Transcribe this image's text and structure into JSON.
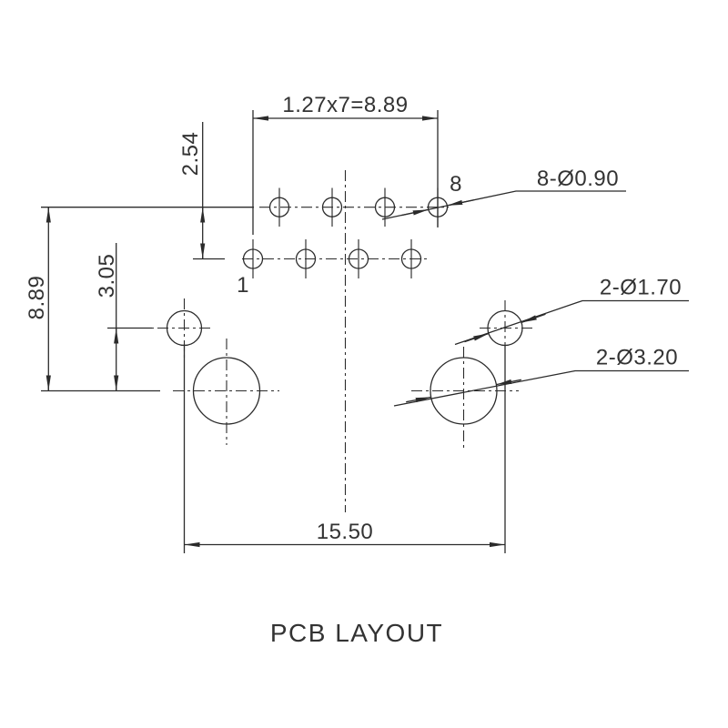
{
  "title": "PCB LAYOUT",
  "dimensions": {
    "pin_pitch_total": "1.27x7=8.89",
    "row_spacing": "2.54",
    "pattern_height": "8.89",
    "locating_offset": "3.05",
    "locating_span": "15.50"
  },
  "hole_callouts": {
    "pin_holes": "8-Ø0.90",
    "locating_holes": "2-Ø1.70",
    "mounting_holes": "2-Ø3.20"
  },
  "pin_numbers": {
    "first": "1",
    "last": "8"
  },
  "holes": {
    "pin_hole_count": 8,
    "pin_hole_diameter_mm": 0.9,
    "pin_pitch_mm": 1.27,
    "row_spacing_mm": 2.54,
    "locating_hole_diameter_mm": 1.7,
    "mounting_hole_diameter_mm": 3.2,
    "locating_hole_span_mm": 15.5,
    "pattern_height_mm": 8.89,
    "locating_to_mounting_offset_mm": 3.05
  },
  "colors": {
    "line": "#2b2b2b",
    "text": "#333333",
    "background": "#ffffff"
  }
}
